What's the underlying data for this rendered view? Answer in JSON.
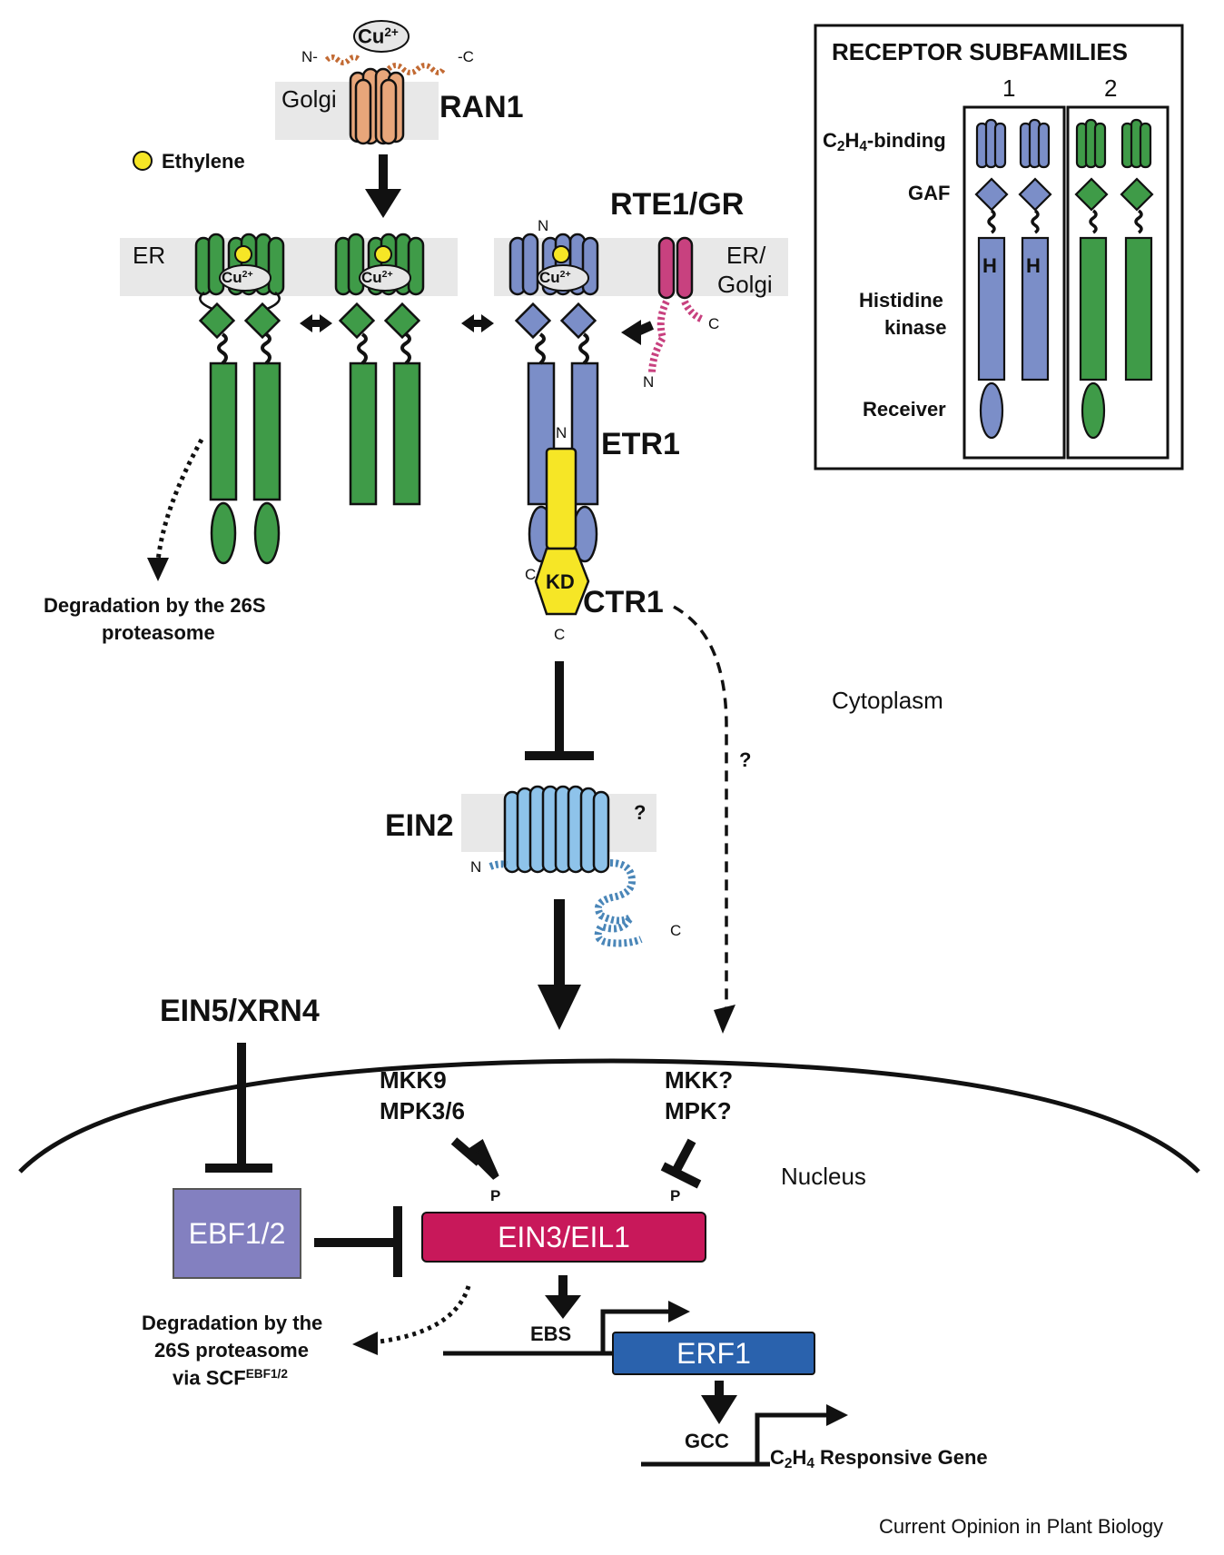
{
  "colors": {
    "green": "#3f9b48",
    "blue": "#7b8ec8",
    "magenta": "#c8417f",
    "copper": "#e8a67a",
    "ein2": "#8ec3ea",
    "ctr1": "#f6e626",
    "ein3": "#c8185a",
    "ebf": "#8380c0",
    "erf1": "#2a62ad",
    "membrane": "#e8e8e8"
  },
  "icons": [
    "ethylene-icon",
    "copper-ion-icon",
    "transmembrane-helix-icon",
    "gaf-domain-icon",
    "receiver-domain-icon",
    "activation-arrow-icon",
    "inhibition-bar-icon"
  ],
  "top": {
    "ran1": {
      "label": "RAN1",
      "golgi": "Golgi",
      "cu": "Cu",
      "cu_charge": "2+",
      "n": "N-",
      "c": "-C"
    },
    "legend_ethylene": "Ethylene",
    "er": "ER",
    "cu_receptor": "Cu",
    "cu_charge": "2+",
    "rte1": "RTE1/GR",
    "er_golgi_1": "ER/",
    "er_golgi_2": "Golgi",
    "n": "N",
    "c": "C",
    "etr1": "ETR1",
    "kd": "KD",
    "ctr1": "CTR1",
    "degrade_1": "Degradation by the 26S",
    "degrade_2": "proteasome"
  },
  "subfamilies": {
    "title": "RECEPTOR SUBFAMILIES",
    "col1": "1",
    "col2": "2",
    "binding_pre": "C",
    "binding_s1": "2",
    "binding_mid": "H",
    "binding_s2": "4",
    "binding_post": "-binding",
    "gaf": "GAF",
    "hk_1": "Histidine",
    "hk_2": "kinase",
    "receiver": "Receiver",
    "h": "H"
  },
  "middle": {
    "cytoplasm": "Cytoplasm",
    "q": "?",
    "ein2": "EIN2",
    "n": "N",
    "c": "C"
  },
  "nucleus": {
    "ein5": "EIN5/XRN4",
    "mkk9": "MKK9",
    "mpk36": "MPK3/6",
    "mkkq": "MKK?",
    "mpkq": "MPK?",
    "nucleus": "Nucleus",
    "p": "P",
    "ebf": "EBF1/2",
    "ein3": "EIN3/EIL1",
    "deg_1": "Degradation by the",
    "deg_2": "26S proteasome",
    "deg_3": "via SCF",
    "deg_sup": "EBF1/2",
    "ebs": "EBS",
    "erf1": "ERF1",
    "gcc": "GCC",
    "resp_pre": "C",
    "resp_s1": "2",
    "resp_mid": "H",
    "resp_s2": "4",
    "resp_post": " Responsive Gene"
  },
  "credit": "Current Opinion in Plant Biology"
}
